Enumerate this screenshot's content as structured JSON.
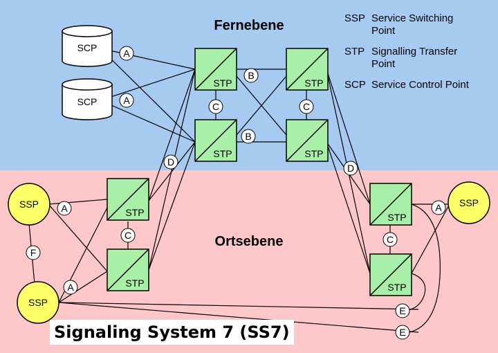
{
  "diagram": {
    "title_top": "Fernebene",
    "title_bottom": "Ortsebene",
    "caption": "Signaling System 7 (SS7)",
    "colors": {
      "upper_band": "#a6caf0",
      "lower_band": "#ffc8c8",
      "stp_fill": "#a8f0a8",
      "ssp_fill": "#ffff66",
      "scp_fill": "#ffffff",
      "line": "#000000"
    },
    "legend": [
      {
        "abbr": "SSP",
        "desc": "Service Switching",
        "desc2": "Point"
      },
      {
        "abbr": "STP",
        "desc": "Signalling Transfer",
        "desc2": "Point"
      },
      {
        "abbr": "SCP",
        "desc": "Service Control Point",
        "desc2": ""
      }
    ],
    "scp_nodes": [
      {
        "id": "scp1",
        "label": "SCP"
      },
      {
        "id": "scp2",
        "label": "SCP"
      }
    ],
    "stp_nodes": [
      {
        "id": "stp_ul",
        "label": "STP"
      },
      {
        "id": "stp_ur",
        "label": "STP"
      },
      {
        "id": "stp_ml",
        "label": "STP"
      },
      {
        "id": "stp_mr",
        "label": "STP"
      },
      {
        "id": "stp_l1",
        "label": "STP"
      },
      {
        "id": "stp_l2",
        "label": "STP"
      },
      {
        "id": "stp_r1",
        "label": "STP"
      },
      {
        "id": "stp_r2",
        "label": "STP"
      }
    ],
    "ssp_nodes": [
      {
        "id": "ssp_l1",
        "label": "SSP"
      },
      {
        "id": "ssp_l2",
        "label": "SSP"
      },
      {
        "id": "ssp_r",
        "label": "SSP"
      }
    ],
    "link_labels": [
      {
        "id": "a1",
        "label": "A"
      },
      {
        "id": "a2",
        "label": "A"
      },
      {
        "id": "b1",
        "label": "B"
      },
      {
        "id": "b2",
        "label": "B"
      },
      {
        "id": "c1",
        "label": "C"
      },
      {
        "id": "c2",
        "label": "C"
      },
      {
        "id": "d1",
        "label": "D"
      },
      {
        "id": "d2",
        "label": "D"
      },
      {
        "id": "a3",
        "label": "A"
      },
      {
        "id": "c3",
        "label": "C"
      },
      {
        "id": "f1",
        "label": "F"
      },
      {
        "id": "a4",
        "label": "A"
      },
      {
        "id": "c4",
        "label": "C"
      },
      {
        "id": "a5",
        "label": "A"
      },
      {
        "id": "e1",
        "label": "E"
      },
      {
        "id": "e2",
        "label": "E"
      }
    ]
  }
}
